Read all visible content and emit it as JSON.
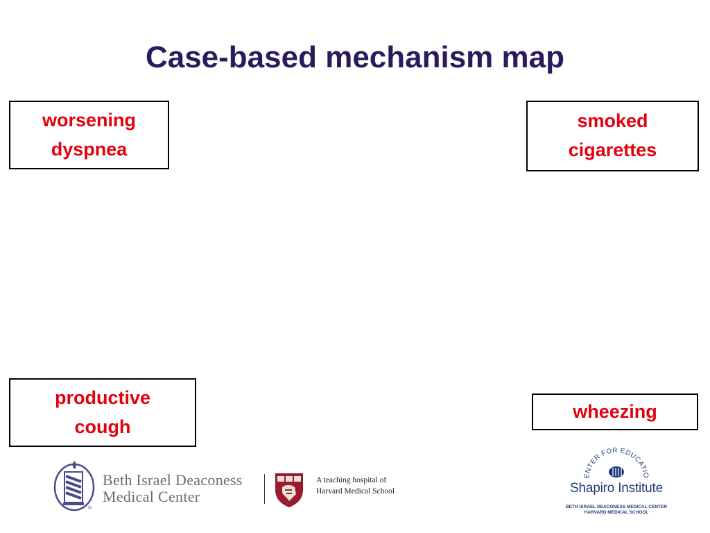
{
  "slide": {
    "title": "Case-based mechanism map",
    "boxes": {
      "dyspnea": "worsening\ndyspnea",
      "cigarettes": "smoked\ncigarettes",
      "cough": "productive\ncough",
      "wheezing": "wheezing"
    }
  },
  "footer": {
    "bidmc": {
      "line1": "Beth Israel Deaconess",
      "line2": "Medical Center"
    },
    "hms": {
      "line1": "A teaching hospital of",
      "line2": "Harvard Medical School"
    },
    "shapiro": {
      "arc": "CENTER FOR EDUCATION",
      "name": "Shapiro Institute",
      "sub1": "BETH ISRAEL DEACONESS MEDICAL CENTER",
      "sub2": "HARVARD MEDICAL SCHOOL"
    }
  },
  "colors": {
    "title": "#2b1a5e",
    "box_text": "#e3000f",
    "logo_blue": "#1f3a7a"
  }
}
